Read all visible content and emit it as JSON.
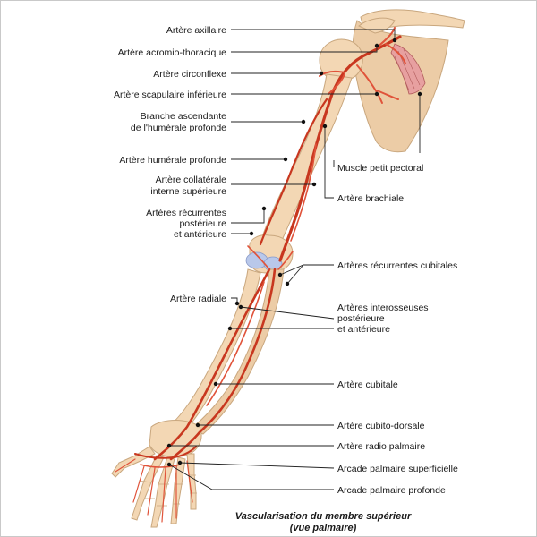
{
  "labels_left": [
    {
      "id": "axillaire",
      "lines": [
        "Artère axillaire"
      ]
    },
    {
      "id": "acromio",
      "lines": [
        "Artère acromio-thoracique"
      ]
    },
    {
      "id": "circonflexe",
      "lines": [
        "Artère circonflexe"
      ]
    },
    {
      "id": "scapulaire",
      "lines": [
        "Artère scapulaire inférieure"
      ]
    },
    {
      "id": "branche",
      "lines": [
        "Branche ascendante",
        "de l'humérale profonde"
      ]
    },
    {
      "id": "humerale",
      "lines": [
        "Artère humérale profonde"
      ]
    },
    {
      "id": "collaterale",
      "lines": [
        "Artère collatérale",
        "interne supérieure"
      ]
    },
    {
      "id": "recurrentes",
      "lines": [
        "Artères récurrentes",
        "postérieure",
        "et antérieure"
      ]
    },
    {
      "id": "radiale",
      "lines": [
        "Artère radiale"
      ]
    }
  ],
  "labels_right": [
    {
      "id": "pectoral",
      "lines": [
        "Muscle petit pectoral"
      ]
    },
    {
      "id": "brachiale",
      "lines": [
        "Artère brachiale"
      ]
    },
    {
      "id": "rec_cubitales",
      "lines": [
        "Artères récurrentes cubitales"
      ]
    },
    {
      "id": "interosseuses",
      "lines": [
        "Artères interosseuses",
        "postérieure",
        "et antérieure"
      ]
    },
    {
      "id": "cubitale",
      "lines": [
        "Artère cubitale"
      ]
    },
    {
      "id": "cubito_dorsale",
      "lines": [
        "Artère cubito-dorsale"
      ]
    },
    {
      "id": "radio_palmaire",
      "lines": [
        "Artère radio palmaire"
      ]
    },
    {
      "id": "arcade_sup",
      "lines": [
        "Arcade palmaire superficielle"
      ]
    },
    {
      "id": "arcade_prof",
      "lines": [
        "Arcade palmaire profonde"
      ]
    }
  ],
  "caption": {
    "line1": "Vascularisation du membre supérieur",
    "line2": "(vue palmaire)"
  },
  "colors": {
    "artery": "#c8371f",
    "bone": "#f3d7b4",
    "ligament": "#b9c8ea",
    "muscle": "#e7a0a0"
  }
}
